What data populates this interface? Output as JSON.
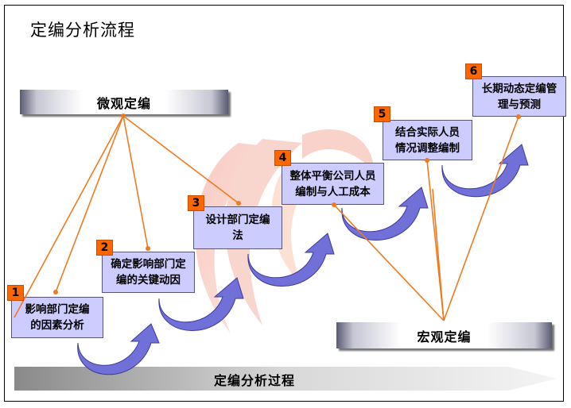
{
  "title": "定编分析流程",
  "micro_label": "微观定编",
  "macro_label": "宏观定编",
  "process_label": "定编分析过程",
  "colors": {
    "step_fill": "#ccccff",
    "badge": "#ff6600",
    "connector": "#f07a1f",
    "arrow": "#7070d8"
  },
  "steps": [
    {
      "number": "1",
      "label": "影响部门定编\n的因素分析"
    },
    {
      "number": "2",
      "label": "确定影响部门定\n编的关键动因"
    },
    {
      "number": "3",
      "label": "设计部门定编\n法"
    },
    {
      "number": "4",
      "label": "整体平衡公司人员\n编制与人工成本"
    },
    {
      "number": "5",
      "label": "结合实际人员\n情况调整编制"
    },
    {
      "number": "6",
      "label": "长期动态定编管\n理与预测"
    }
  ]
}
